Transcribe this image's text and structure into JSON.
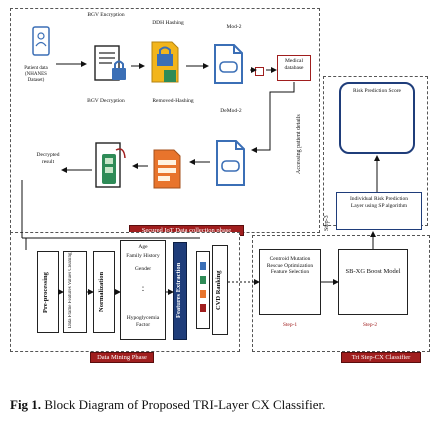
{
  "top_section": {
    "bgv_encryption": "BGV Encryption",
    "ddh_hashing": "DDH Hashing",
    "mod2": "Mod-2",
    "patient_data": "Patient data (NHANES Dataset)",
    "medical_database": "Medical database",
    "bgv_decryption": "BGV Decryption",
    "removed_hashing": "Removed-Hashing",
    "demod2": "DeMod-2",
    "decrypted_result": "Decrypted result",
    "accessing_patient_details": "Accessing patient details",
    "secured_iot_label": "Secured IoT Data collection phase"
  },
  "right_section": {
    "risk_prediction_score": "Risk Prediction Score",
    "step3": "Step-3",
    "individual_risk": "Individual Risk Prediction Layer using SP algorithm"
  },
  "bottom_section": {
    "preprocessing": "Pre-processing",
    "data_frame_features": "Data Frame Features Values Cleaning",
    "normalization": "Normalization",
    "features_list": [
      "Age",
      "Family History",
      "Gender",
      ":",
      "Hypoglycemia Factor"
    ],
    "features_extraction": "Features Extraction",
    "cvd_ranking": "CVD Ranking",
    "feature_selection_box": "Centroid Mutation Rescue Optimization Feature Selection",
    "sb_xg_boost": "SB-XG Boost Model",
    "step1": "Step-1",
    "step2": "Step-2",
    "data_mining_label": "Data Mining Phase",
    "tri_step_label": "Tri Step-CX Classifier"
  },
  "caption": {
    "prefix": "Fig 1.",
    "text": "Block Diagram of Proposed TRI-Layer CX Classifier."
  },
  "colors": {
    "dark_blue": "#1f3d7a",
    "dark_red": "#a01e1e",
    "icon_blue": "#3b6fb6",
    "icon_yellow": "#f2b51c",
    "icon_orange": "#e8742c"
  }
}
